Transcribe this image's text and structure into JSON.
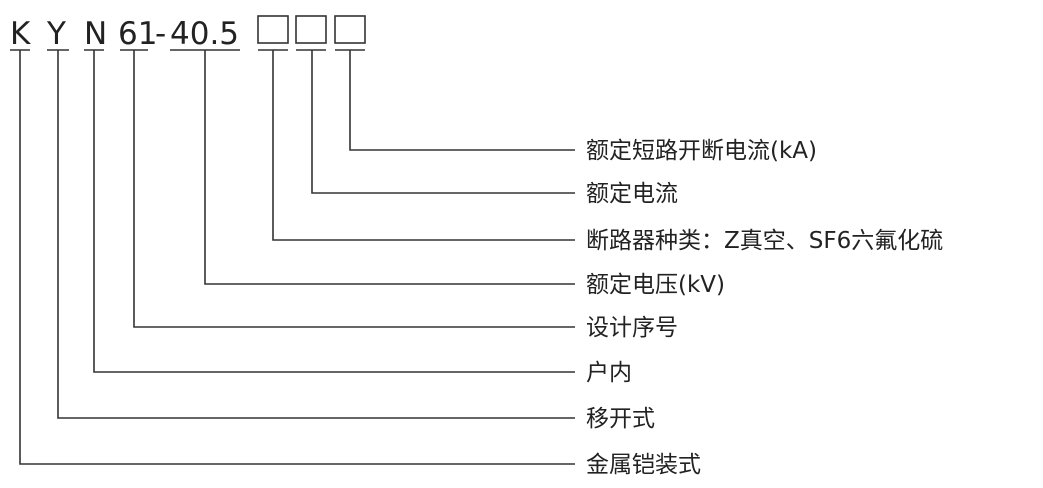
{
  "model_code": {
    "chars": [
      "K",
      "Y",
      "N",
      "61",
      "-",
      "40.5"
    ],
    "placeholder_box_count": 3
  },
  "labels": [
    "额定短路开断电流(kA)",
    "额定电流",
    "断路器种类：Z真空、SF6六氟化硫",
    "额定电压(kV)",
    "设计序号",
    "户内",
    "移开式",
    "金属铠装式"
  ],
  "colors": {
    "line": "#333333",
    "text": "#222222",
    "background": "#ffffff"
  }
}
